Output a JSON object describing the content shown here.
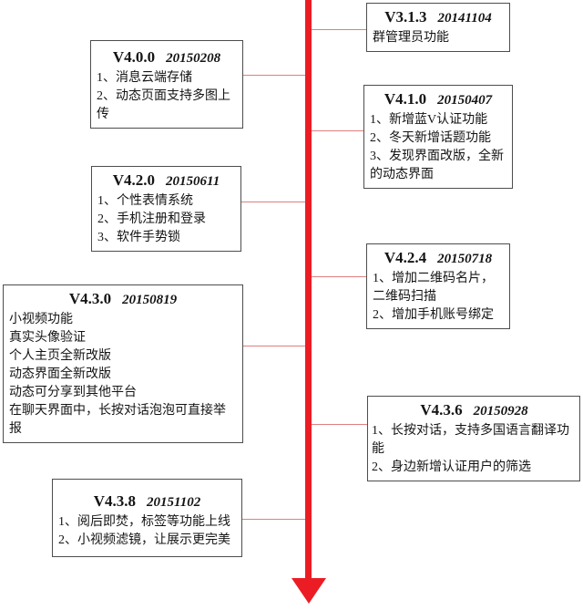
{
  "page": {
    "background_color": "#ffffff",
    "description": "Version history timeline diagram with a central downward red arrow and milestone boxes on alternating sides"
  },
  "timeline": {
    "arrow_color": "#ec1c24",
    "connector_color": "#e07f7f",
    "box_border_color": "#4d4d4d",
    "direction": "down"
  },
  "milestones": [
    {
      "version": "V3.1.3",
      "date": "20141104",
      "side": "right",
      "lines": [
        "群管理员功能"
      ]
    },
    {
      "version": "V4.0.0",
      "date": "20150208",
      "side": "left",
      "lines": [
        "1、消息云端存储",
        "2、动态页面支持多图上传"
      ]
    },
    {
      "version": "V4.1.0",
      "date": "20150407",
      "side": "right",
      "lines": [
        "1、新增蓝V认证功能",
        "2、冬天新增话题功能",
        "3、发现界面改版，全新的动态界面"
      ]
    },
    {
      "version": "V4.2.0",
      "date": "20150611",
      "side": "left",
      "lines": [
        "1、个性表情系统",
        "2、手机注册和登录",
        "3、软件手势锁"
      ]
    },
    {
      "version": "V4.2.4",
      "date": "20150718",
      "side": "right",
      "lines": [
        "1、增加二维码名片，二维码扫描",
        "2、增加手机账号绑定"
      ]
    },
    {
      "version": "V4.3.0",
      "date": "20150819",
      "side": "left",
      "lines": [
        "小视频功能",
        "真实头像验证",
        "个人主页全新改版",
        "动态界面全新改版",
        "动态可分享到其他平台",
        "在聊天界面中，长按对话泡泡可直接举报"
      ]
    },
    {
      "version": "V4.3.6",
      "date": "20150928",
      "side": "right",
      "lines": [
        "1、长按对话，支持多国语言翻译功能",
        "2、身边新增认证用户的筛选"
      ]
    },
    {
      "version": "V4.3.8",
      "date": "20151102",
      "side": "left",
      "lines": [
        "1、阅后即焚，标签等功能上线",
        "2、小视频滤镜，让展示更完美"
      ]
    }
  ]
}
